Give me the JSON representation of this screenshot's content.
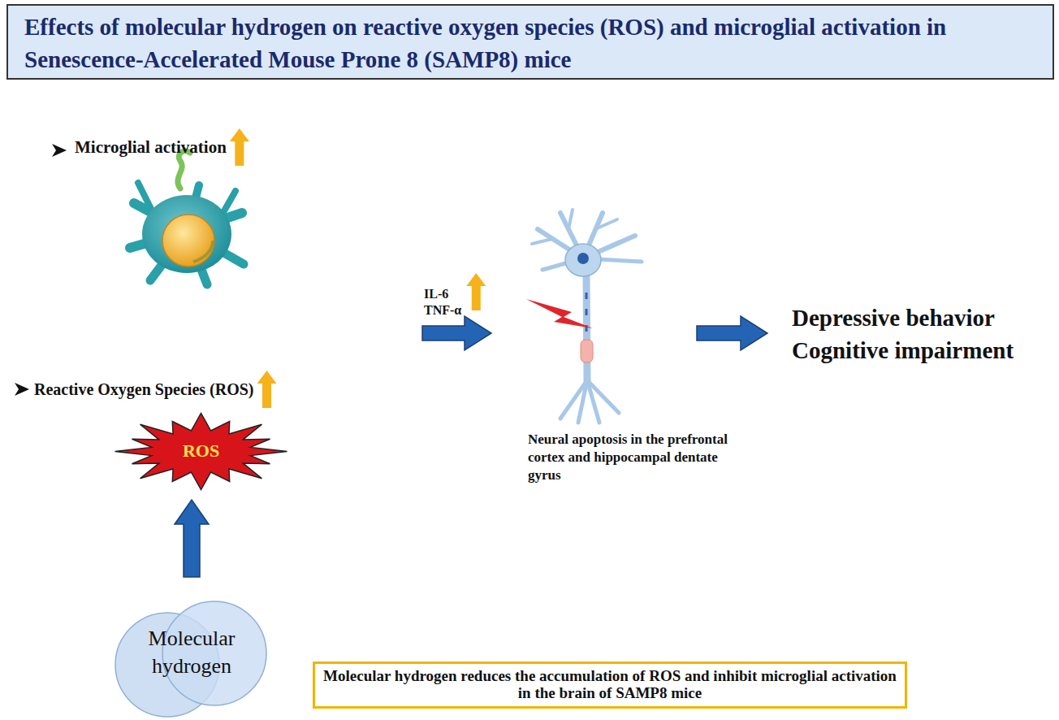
{
  "diagram": {
    "title": "Effects of molecular hydrogen on reactive oxygen species (ROS) and microglial activation in Senescence-Accelerated Mouse Prone 8 (SAMP8) mice",
    "nodes": [
      {
        "text": [
          "ROS"
        ]
      },
      {
        "text": [
          "Molecular hydrogen"
        ]
      },
      {
        "text": [
          "Molecular hydrogen reduces the accumulation of ROS and inhibit microglial activation in the brain of SAMP8 mice"
        ]
      }
    ],
    "edges": [
      {
        "from": 1,
        "to": 0,
        "arrow": "to"
      }
    ],
    "labels": [
      "Microglial activation",
      "Reactive Oxygen Species (ROS)",
      "IL-6",
      "TNF-α",
      "Neural apoptosis in the prefrontal cortex and hippocampal dentate gyrus",
      "Depressive behavior",
      "Cognitive impairment"
    ]
  }
}
